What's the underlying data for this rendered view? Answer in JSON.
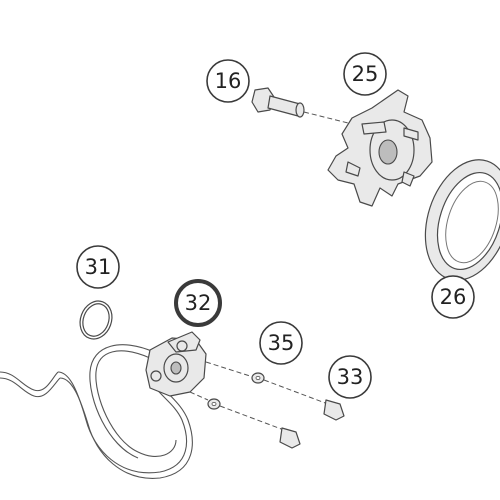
{
  "colors": {
    "highlight": "#e8661e",
    "line": "#3a3a3a",
    "background": "#ffffff"
  },
  "callouts": [
    {
      "label": "16",
      "highlighted": false
    },
    {
      "label": "25",
      "highlighted": false
    },
    {
      "label": "31",
      "highlighted": false
    },
    {
      "label": "32",
      "highlighted": true
    },
    {
      "label": "35",
      "highlighted": false
    },
    {
      "label": "33",
      "highlighted": false
    },
    {
      "label": "26",
      "highlighted": false
    }
  ]
}
